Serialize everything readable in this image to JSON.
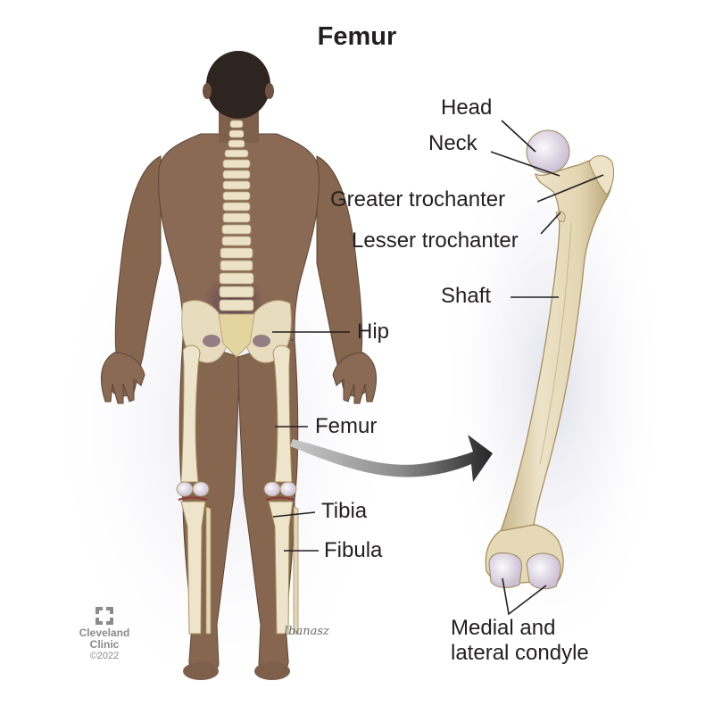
{
  "title": "Femur",
  "colors": {
    "text": "#231f20",
    "skin": "#8a6a55",
    "skin_dark": "#6e5242",
    "hair": "#2e2420",
    "bone": "#e8dcbf",
    "bone_shade": "#cbb98e",
    "cartilage": "#e4dbe8",
    "arrow_dark": "#2a2a2a",
    "arrow_light": "#bdbdbd",
    "logo_gray": "#8a8a8a"
  },
  "body_labels": {
    "hip": "Hip",
    "femur": "Femur",
    "tibia": "Tibia",
    "fibula": "Fibula"
  },
  "femur_labels": {
    "head": "Head",
    "neck": "Neck",
    "greater_trochanter": "Greater trochanter",
    "lesser_trochanter": "Lesser trochanter",
    "shaft": "Shaft",
    "condyle_line1": "Medial and",
    "condyle_line2": "lateral condyle"
  },
  "logo": {
    "line1": "Cleveland",
    "line2": "Clinic",
    "copyright": "©2022"
  },
  "signature": "Ibanasz"
}
